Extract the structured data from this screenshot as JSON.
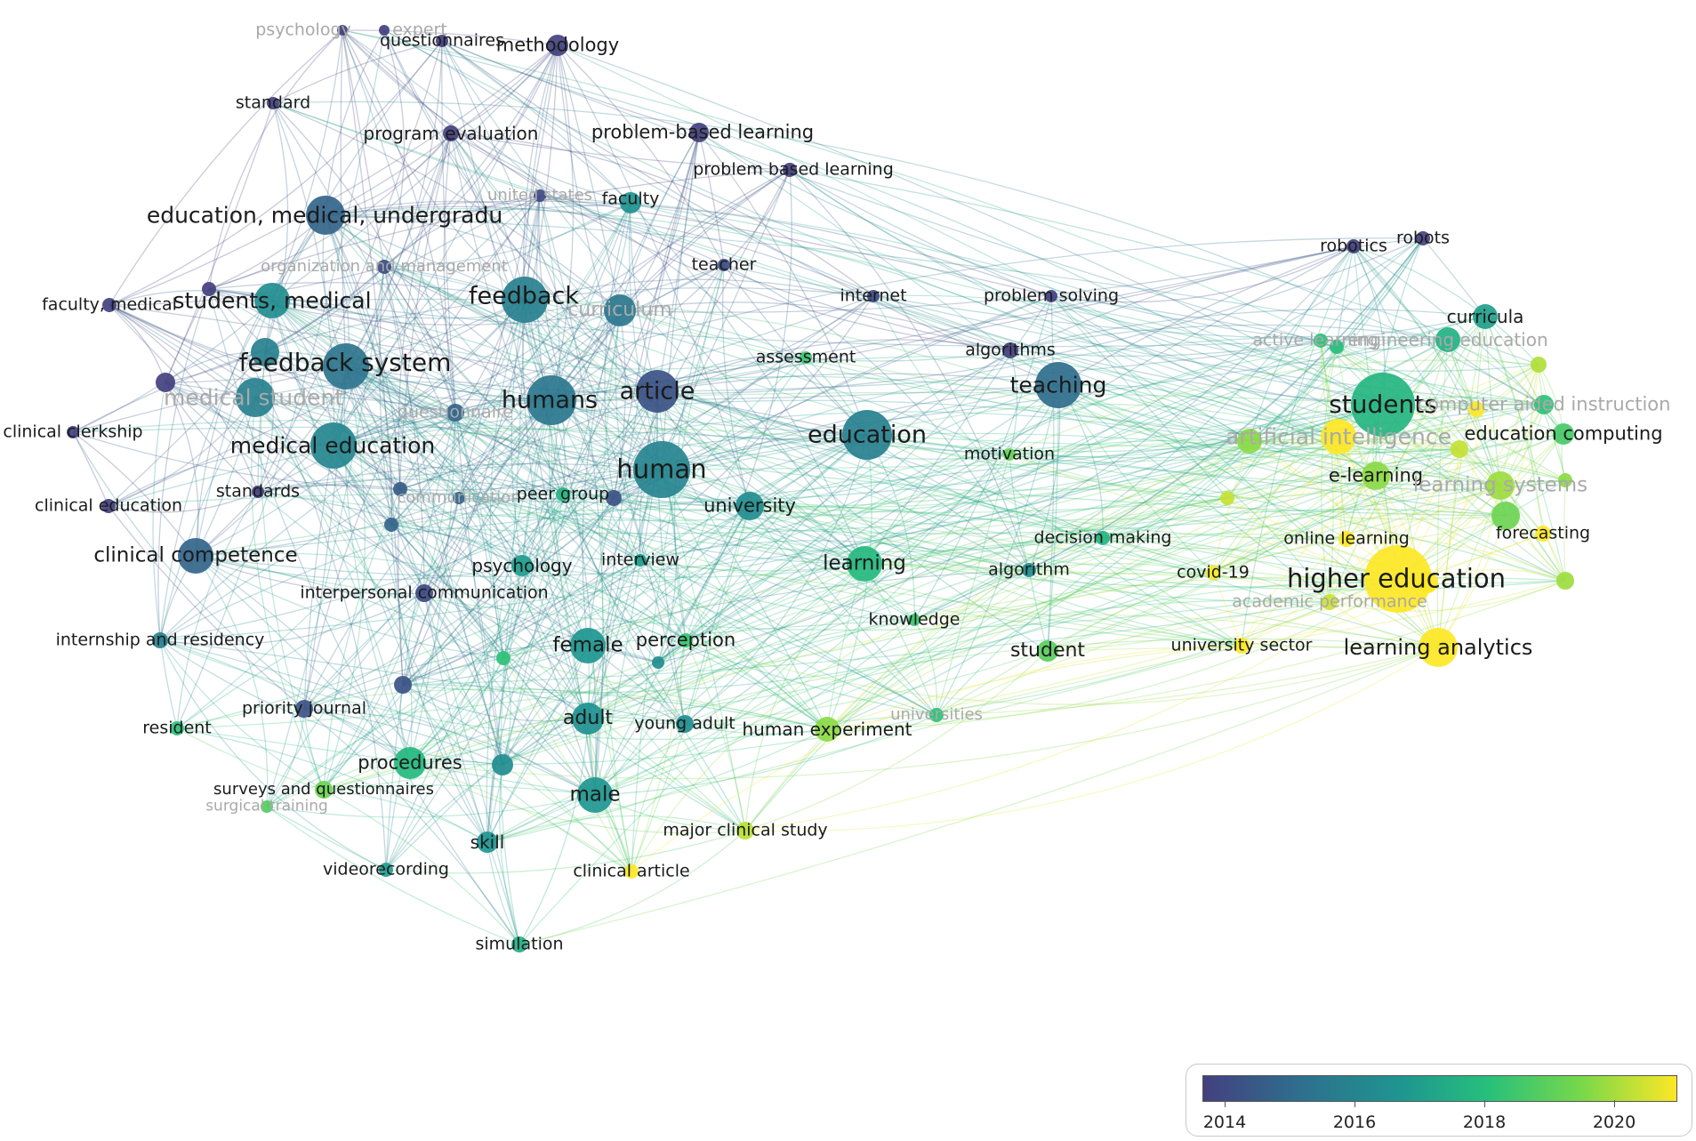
{
  "legend": {
    "stops": [
      "#43407f",
      "#2f6e8d",
      "#1e9690",
      "#27bf7c",
      "#78d84a",
      "#fde725"
    ],
    "ticks": [
      "2014",
      "2016",
      "2018",
      "2020"
    ]
  },
  "edge_colors": [
    "#7b7fd6",
    "#64a8d4",
    "#45c0b4",
    "#56cc8c",
    "#a8dc58"
  ],
  "nodes": [
    {
      "id": "psychology",
      "label": "psychology",
      "yr": 2013.5,
      "r": 6,
      "faint": true
    },
    {
      "id": "expert",
      "label": "expert",
      "yr": 2013.5,
      "r": 6,
      "faint": true
    },
    {
      "id": "questionnaires",
      "label": "questionnaires",
      "yr": 2013.5,
      "r": 7
    },
    {
      "id": "methodology",
      "label": "methodology",
      "yr": 2013.6,
      "r": 12
    },
    {
      "id": "standard",
      "label": "standard",
      "yr": 2013.6,
      "r": 7
    },
    {
      "id": "program_evaluation",
      "label": "program evaluation",
      "yr": 2013.8,
      "r": 9
    },
    {
      "id": "problem_based_learning_h",
      "label": "problem-based learning",
      "yr": 2013.5,
      "r": 11
    },
    {
      "id": "problem_based_learning",
      "label": "problem based learning",
      "yr": 2013.4,
      "r": 8
    },
    {
      "id": "united_states",
      "label": "united states",
      "yr": 2014.2,
      "r": 7,
      "faint": true
    },
    {
      "id": "faculty",
      "label": "faculty",
      "yr": 2016.2,
      "r": 12
    },
    {
      "id": "edu_med_ug",
      "label": "education, medical, undergradu",
      "yr": 2014.8,
      "r": 22
    },
    {
      "id": "org_mgmt",
      "label": "organization and management",
      "yr": 2014.3,
      "r": 8,
      "faint": true
    },
    {
      "id": "teacher",
      "label": "teacher",
      "yr": 2014.3,
      "r": 7
    },
    {
      "id": "faculty_medical",
      "label": "faculty, medical",
      "yr": 2013.4,
      "r": 8
    },
    {
      "id": "students_medical",
      "label": "students, medical",
      "yr": 2016.0,
      "r": 20
    },
    {
      "id": "feedback",
      "label": "feedback",
      "yr": 2015.6,
      "r": 26
    },
    {
      "id": "curriculum",
      "label": "curriculum",
      "yr": 2015.3,
      "r": 18,
      "faint": true
    },
    {
      "id": "internet",
      "label": "internet",
      "yr": 2014.2,
      "r": 7
    },
    {
      "id": "problem_solving",
      "label": "problem solving",
      "yr": 2013.5,
      "r": 7
    },
    {
      "id": "feedback_system",
      "label": "feedback system",
      "yr": 2015.2,
      "r": 26
    },
    {
      "id": "medical_student",
      "label": "medical student",
      "yr": 2015.6,
      "r": 22,
      "faint": true
    },
    {
      "id": "humans",
      "label": "humans",
      "yr": 2015.3,
      "r": 28
    },
    {
      "id": "article",
      "label": "article",
      "yr": 2014.4,
      "r": 24
    },
    {
      "id": "questionnaire",
      "label": "questionnaire",
      "yr": 2014.8,
      "r": 10,
      "faint": true
    },
    {
      "id": "assessment",
      "label": "assessment",
      "yr": 2017.8,
      "r": 7
    },
    {
      "id": "algorithms",
      "label": "algorithms",
      "yr": 2013.8,
      "r": 9
    },
    {
      "id": "teaching",
      "label": "teaching",
      "yr": 2015.0,
      "r": 26
    },
    {
      "id": "clinical_clerkship",
      "label": "clinical clerkship",
      "yr": 2013.5,
      "r": 7
    },
    {
      "id": "medical_education",
      "label": "medical education",
      "yr": 2015.8,
      "r": 26
    },
    {
      "id": "education",
      "label": "education",
      "yr": 2015.6,
      "r": 28
    },
    {
      "id": "human",
      "label": "human",
      "yr": 2015.7,
      "r": 32
    },
    {
      "id": "motivation",
      "label": "motivation",
      "yr": 2018.5,
      "r": 7
    },
    {
      "id": "clinical_education",
      "label": "clinical education",
      "yr": 2013.5,
      "r": 8
    },
    {
      "id": "standards",
      "label": "standards",
      "yr": 2014.0,
      "r": 7
    },
    {
      "id": "communication",
      "label": "communication",
      "yr": 2014.8,
      "r": 7,
      "faint": true
    },
    {
      "id": "peer_group",
      "label": "peer group",
      "yr": 2017.2,
      "r": 8
    },
    {
      "id": "university",
      "label": "university",
      "yr": 2016.0,
      "r": 16
    },
    {
      "id": "clinical_competence",
      "label": "clinical competence",
      "yr": 2014.8,
      "r": 20
    },
    {
      "id": "psychology2",
      "label": "psychology",
      "yr": 2016.5,
      "r": 12
    },
    {
      "id": "interview",
      "label": "interview",
      "yr": 2016.5,
      "r": 7
    },
    {
      "id": "learning",
      "label": "learning",
      "yr": 2017.3,
      "r": 20
    },
    {
      "id": "decision_making",
      "label": "decision making",
      "yr": 2017.2,
      "r": 8
    },
    {
      "id": "algorithm",
      "label": "algorithm",
      "yr": 2016.0,
      "r": 8
    },
    {
      "id": "interpersonal_communication",
      "label": "interpersonal communication",
      "yr": 2014.2,
      "r": 10
    },
    {
      "id": "internship",
      "label": "internship and residency",
      "yr": 2015.6,
      "r": 9
    },
    {
      "id": "knowledge",
      "label": "knowledge",
      "yr": 2017.8,
      "r": 7
    },
    {
      "id": "female",
      "label": "female",
      "yr": 2016.3,
      "r": 20
    },
    {
      "id": "perception",
      "label": "perception",
      "yr": 2017.8,
      "r": 8
    },
    {
      "id": "student",
      "label": "student",
      "yr": 2018.3,
      "r": 12
    },
    {
      "id": "priority_journal",
      "label": "priority journal",
      "yr": 2014.4,
      "r": 10
    },
    {
      "id": "resident",
      "label": "resident",
      "yr": 2017.6,
      "r": 8
    },
    {
      "id": "adult",
      "label": "adult",
      "yr": 2016.2,
      "r": 18
    },
    {
      "id": "young_adult",
      "label": "young adult",
      "yr": 2016.0,
      "r": 10
    },
    {
      "id": "human_experiment",
      "label": "human experiment",
      "yr": 2019.0,
      "r": 14
    },
    {
      "id": "universities",
      "label": "universities",
      "yr": 2017.6,
      "r": 8,
      "faint": true
    },
    {
      "id": "procedures",
      "label": "procedures",
      "yr": 2017.3,
      "r": 18
    },
    {
      "id": "surveys",
      "label": "surveys and questionnaires",
      "yr": 2018.6,
      "r": 10
    },
    {
      "id": "surgical_training",
      "label": "surgical training",
      "yr": 2018.2,
      "r": 7,
      "faint": true
    },
    {
      "id": "male",
      "label": "male",
      "yr": 2016.3,
      "r": 20
    },
    {
      "id": "major_clinical_study",
      "label": "major clinical study",
      "yr": 2019.5,
      "r": 10
    },
    {
      "id": "skill",
      "label": "skill",
      "yr": 2016.3,
      "r": 12
    },
    {
      "id": "videorecording",
      "label": "videorecording",
      "yr": 2016.5,
      "r": 8
    },
    {
      "id": "clinical_article",
      "label": "clinical article",
      "yr": 2020.4,
      "r": 8
    },
    {
      "id": "simulation",
      "label": "simulation",
      "yr": 2017.0,
      "r": 9
    },
    {
      "id": "robotics",
      "label": "robotics",
      "yr": 2013.8,
      "r": 8
    },
    {
      "id": "robots",
      "label": "robots",
      "yr": 2014.0,
      "r": 8
    },
    {
      "id": "curricula",
      "label": "curricula",
      "yr": 2016.6,
      "r": 14
    },
    {
      "id": "active_learning",
      "label": "active learning",
      "yr": 2017.6,
      "r": 8,
      "faint": true
    },
    {
      "id": "engineering_education",
      "label": "engineering education",
      "yr": 2017.1,
      "r": 14,
      "faint": true
    },
    {
      "id": "students",
      "label": "students",
      "yr": 2017.2,
      "r": 36
    },
    {
      "id": "computer_aided",
      "label": "computer aided instruction",
      "yr": 2017.6,
      "r": 11,
      "faint": true
    },
    {
      "id": "artificial_intelligence",
      "label": "artificial intelligence",
      "yr": 2020.2,
      "r": 20,
      "faint": true
    },
    {
      "id": "education_computing",
      "label": "education computing",
      "yr": 2018.0,
      "r": 12
    },
    {
      "id": "e_learning",
      "label": "e-learning",
      "yr": 2019.0,
      "r": 16
    },
    {
      "id": "learning_systems",
      "label": "learning systems",
      "yr": 2019.2,
      "r": 16,
      "faint": true
    },
    {
      "id": "online_learning",
      "label": "online learning",
      "yr": 2020.2,
      "r": 9
    },
    {
      "id": "forecasting",
      "label": "forecasting",
      "yr": 2020.2,
      "r": 9
    },
    {
      "id": "covid19",
      "label": "covid-19",
      "yr": 2020.6,
      "r": 8
    },
    {
      "id": "higher_education",
      "label": "higher education",
      "yr": 2020.3,
      "r": 38
    },
    {
      "id": "academic_performance",
      "label": "academic performance",
      "yr": 2019.7,
      "r": 9,
      "faint": true
    },
    {
      "id": "university_sector",
      "label": "university sector",
      "yr": 2020.4,
      "r": 9
    },
    {
      "id": "learning_analytics",
      "label": "learning analytics",
      "yr": 2020.5,
      "r": 22
    }
  ]
}
